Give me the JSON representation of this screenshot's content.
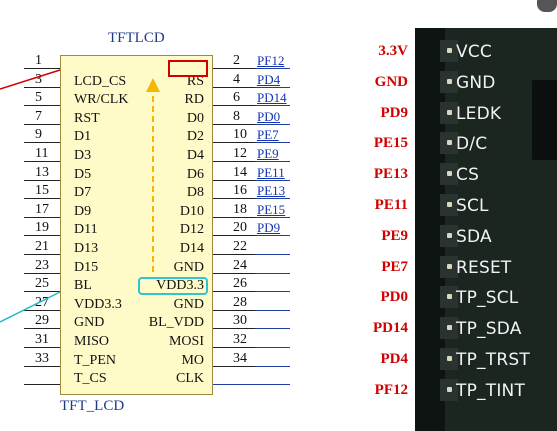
{
  "chip": {
    "title": "TFTLCD",
    "footer": "TFT_LCD",
    "rows": [
      {
        "lnum": "1",
        "lname": "",
        "rnum": "2",
        "rname": "",
        "net": "PF12",
        "left_over": true
      },
      {
        "lnum": "3",
        "lname": "LCD_CS",
        "rnum": "4",
        "rname": "RS",
        "net": "PD4"
      },
      {
        "lnum": "5",
        "lname": "WR/CLK",
        "rnum": "6",
        "rname": "RD",
        "net": "PD14"
      },
      {
        "lnum": "7",
        "lname": "RST",
        "rnum": "8",
        "rname": "D0",
        "net": "PD0"
      },
      {
        "lnum": "9",
        "lname": "D1",
        "rnum": "10",
        "rname": "D2",
        "net": "PE7"
      },
      {
        "lnum": "11",
        "lname": "D3",
        "rnum": "12",
        "rname": "D4",
        "net": "PE9"
      },
      {
        "lnum": "13",
        "lname": "D5",
        "rnum": "14",
        "rname": "D6",
        "net": "PE11"
      },
      {
        "lnum": "15",
        "lname": "D7",
        "rnum": "16",
        "rname": "D8",
        "net": "PE13"
      },
      {
        "lnum": "17",
        "lname": "D9",
        "rnum": "18",
        "rname": "D10",
        "net": "PE15"
      },
      {
        "lnum": "19",
        "lname": "D11",
        "rnum": "20",
        "rname": "D12",
        "net": "PD9"
      },
      {
        "lnum": "21",
        "lname": "D13",
        "rnum": "22",
        "rname": "D14",
        "net": ""
      },
      {
        "lnum": "23",
        "lname": "D15",
        "rnum": "24",
        "rname": "GND",
        "net": ""
      },
      {
        "lnum": "25",
        "lname": "BL",
        "rnum": "26",
        "rname": "VDD3.3",
        "net": ""
      },
      {
        "lnum": "27",
        "lname": "VDD3.3",
        "rnum": "28",
        "rname": "GND",
        "net": ""
      },
      {
        "lnum": "29",
        "lname": "GND",
        "rnum": "30",
        "rname": "BL_VDD",
        "net": ""
      },
      {
        "lnum": "31",
        "lname": "MISO",
        "rnum": "32",
        "rname": "MOSI",
        "net": ""
      },
      {
        "lnum": "33",
        "lname": "T_PEN",
        "rnum": "34",
        "rname": "MO",
        "net": ""
      },
      {
        "lnum": "",
        "lname": "T_CS",
        "rnum": "",
        "rname": "CLK",
        "net": ""
      }
    ]
  },
  "board": {
    "pins": [
      {
        "label": "VCC",
        "signal": "3.3V"
      },
      {
        "label": "GND",
        "signal": "GND"
      },
      {
        "label": "LEDK",
        "signal": "PD9"
      },
      {
        "label": "D/C",
        "signal": "PE15"
      },
      {
        "label": "CS",
        "signal": "PE13"
      },
      {
        "label": "SCL",
        "signal": "PE11"
      },
      {
        "label": "SDA",
        "signal": "PE9"
      },
      {
        "label": "RESET",
        "signal": "PE7"
      },
      {
        "label": "TP_SCL",
        "signal": "PD0"
      },
      {
        "label": "TP_SDA",
        "signal": "PD14"
      },
      {
        "label": "TP_TRST",
        "signal": "PD4"
      },
      {
        "label": "TP_TINT",
        "signal": "PF12"
      }
    ]
  },
  "colors": {
    "chip_fill": "#fffbc8",
    "net_blue": "#1434b4",
    "wire_red": "#d00000",
    "wire_cyan": "#22b8c8",
    "arrow_yellow": "#f5b800",
    "signal_red": "#d00000",
    "board": "#1b2621"
  }
}
